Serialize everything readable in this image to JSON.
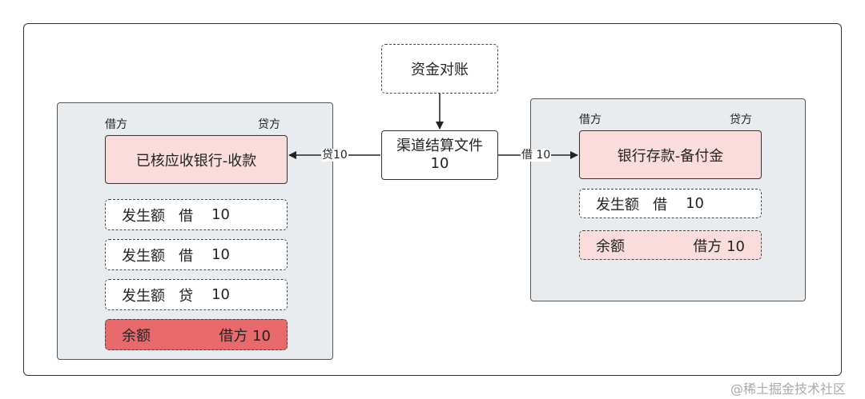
{
  "top_box": "资金对账",
  "center_box": {
    "line1": "渠道结算文件",
    "line2": "10"
  },
  "edge_left_label": "贷10",
  "edge_right_label": "借 10",
  "left_panel": {
    "debit_header": "借方",
    "credit_header": "贷方",
    "title": "已核应收银行-收款",
    "rows": [
      {
        "label": "发生额",
        "side": "借",
        "amount": "10"
      },
      {
        "label": "发生额",
        "side": "借",
        "amount": "10"
      },
      {
        "label": "发生额",
        "side": "贷",
        "amount": "10"
      }
    ],
    "balance": {
      "label": "余额",
      "value": "借方 10"
    }
  },
  "right_panel": {
    "debit_header": "借方",
    "credit_header": "贷方",
    "title": "银行存款-备付金",
    "rows": [
      {
        "label": "发生额",
        "side": "借",
        "amount": "10"
      }
    ],
    "balance": {
      "label": "余额",
      "value": "借方 10"
    }
  },
  "watermark": "@稀土掘金技术社区",
  "colors": {
    "pink": "#fadcdc",
    "red": "#e86a6c",
    "panel": "#e8ecee"
  }
}
